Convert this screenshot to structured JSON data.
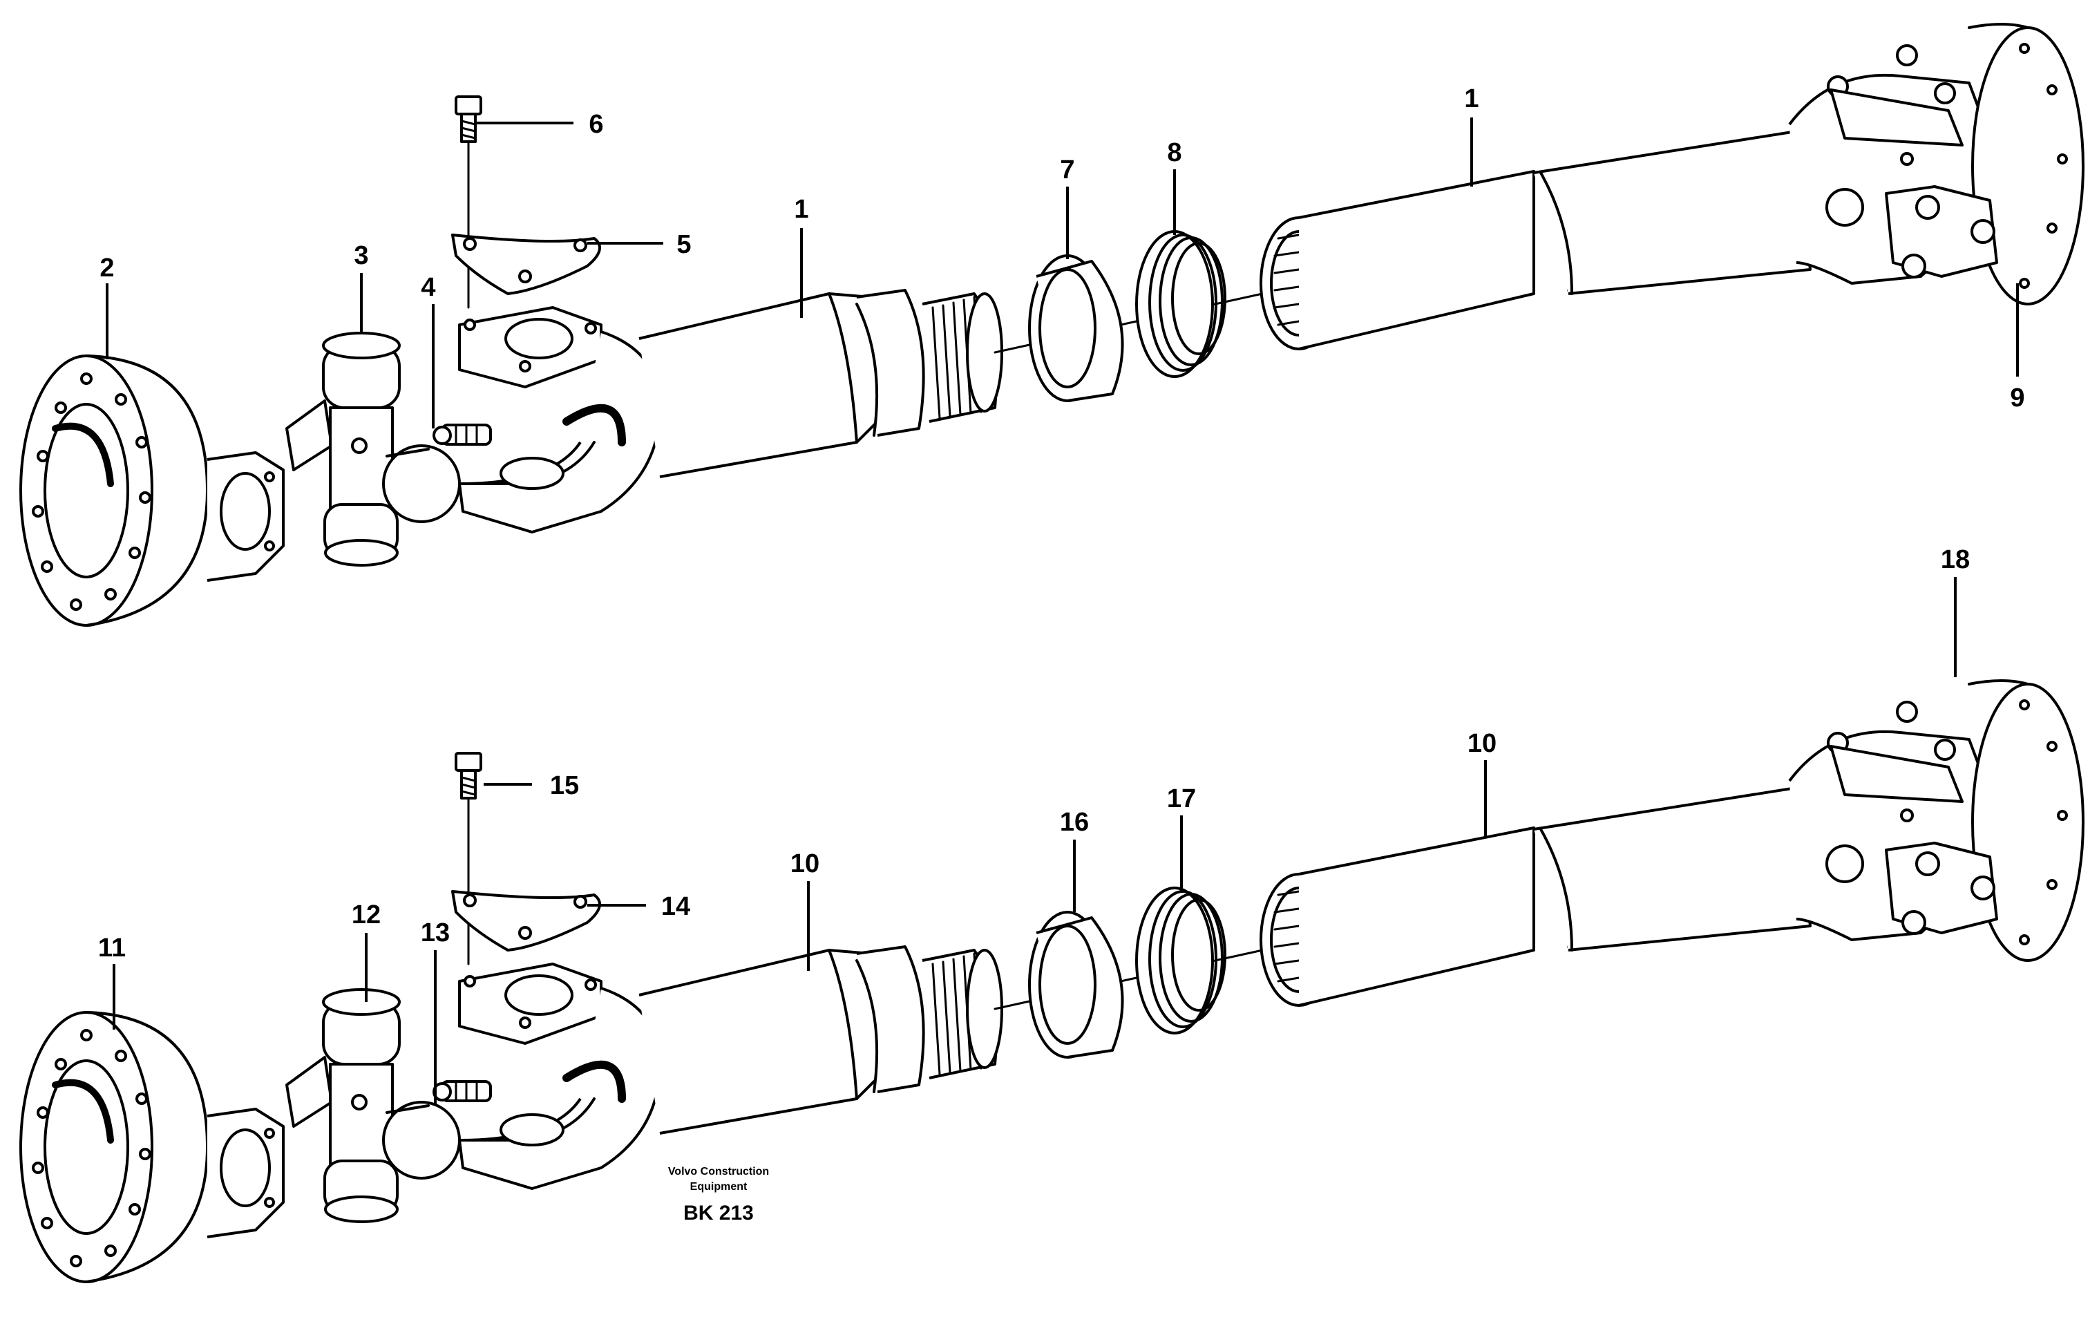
{
  "labels": {
    "upper": {
      "l1a": "1",
      "l1b": "1",
      "l2": "2",
      "l3": "3",
      "l4": "4",
      "l5": "5",
      "l6": "6",
      "l7": "7",
      "l8": "8",
      "l9": "9"
    },
    "lower": {
      "l10a": "10",
      "l10b": "10",
      "l11": "11",
      "l12": "12",
      "l13": "13",
      "l14": "14",
      "l15": "15",
      "l16": "16",
      "l17": "17",
      "l18": "18"
    }
  },
  "logo": {
    "line1": "Volvo Construction",
    "line2": "Equipment",
    "code": "BK 213"
  }
}
